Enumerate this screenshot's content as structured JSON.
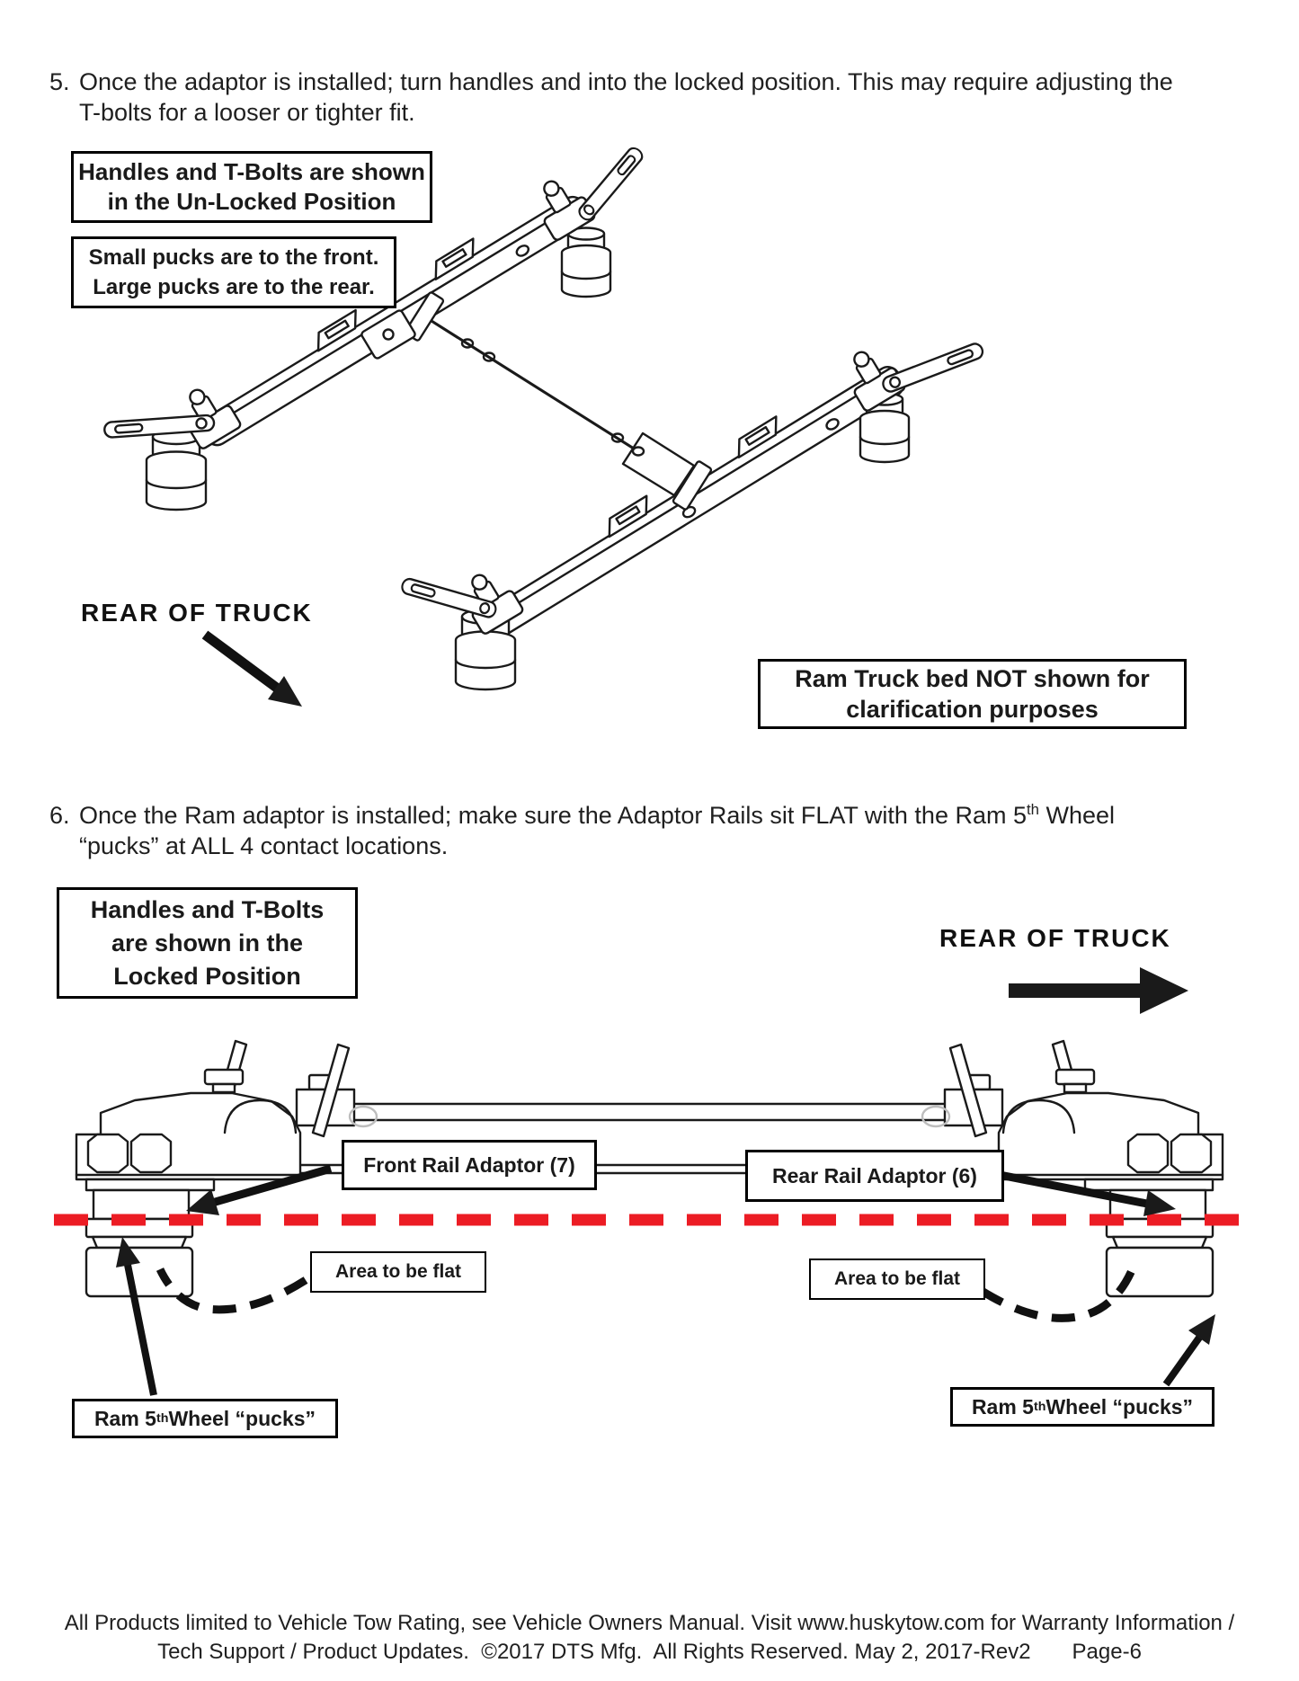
{
  "colors": {
    "ink": "#1a1a1a",
    "red_dashed_line": "#EC1C24",
    "paper": "#ffffff",
    "ghost_line": "#bdbdbd"
  },
  "step5": {
    "number": "5.",
    "line1": "Once the adaptor is installed; turn handles and into the locked position. This may require adjusting the",
    "line2": "T-bolts for a looser or tighter fit."
  },
  "figure1": {
    "callout_unlocked_line1": "Handles and T-Bolts are shown",
    "callout_unlocked_line2": "in the Un-Locked Position",
    "callout_pucks_line1": "Small pucks are to the front.",
    "callout_pucks_line2": "Large pucks are to the rear.",
    "rear_of_truck_label": "REAR OF TRUCK",
    "callout_rambed_line1": "Ram Truck bed NOT shown for",
    "callout_rambed_line2": "clarification purposes"
  },
  "step6": {
    "number": "6.",
    "line1_pre": "Once the Ram adaptor is installed; make sure the Adaptor Rails sit FLAT with the Ram 5",
    "line1_sup": "th",
    "line1_post": " Wheel",
    "line2": "“pucks” at ALL 4 contact locations."
  },
  "figure2": {
    "callout_locked_line1": "Handles and T-Bolts",
    "callout_locked_line2": "are shown in the",
    "callout_locked_line3": "Locked Position",
    "rear_of_truck_label": "REAR OF TRUCK",
    "front_rail_label": "Front Rail Adaptor (7)",
    "rear_rail_label": "Rear Rail Adaptor (6)",
    "area_flat_left_label": "Area to be flat",
    "area_flat_right_label": "Area to be flat",
    "pucks_left_pre": "Ram 5",
    "pucks_left_sup": "th",
    "pucks_left_post": " Wheel “pucks”",
    "pucks_right_pre": "Ram 5",
    "pucks_right_sup": "th",
    "pucks_right_post": " Wheel “pucks”"
  },
  "footer": {
    "line1": "All Products limited to Vehicle Tow Rating, see Vehicle Owners Manual. Visit www.huskytow.com for Warranty Information /",
    "line2": "Tech Support / Product Updates.  ©2017 DTS Mfg.  All Rights Reserved. May 2, 2017-Rev2",
    "page": "Page-6"
  }
}
